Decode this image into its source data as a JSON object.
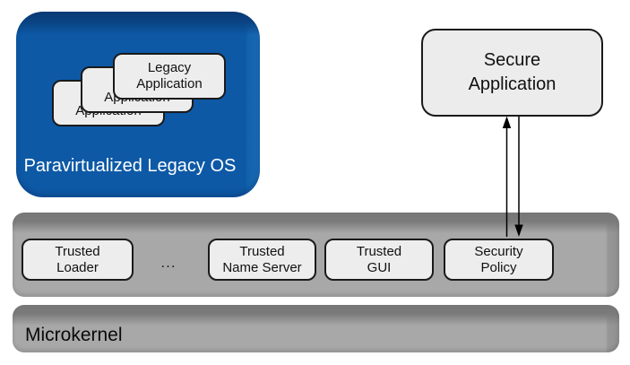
{
  "legacy_os": {
    "title": "Paravirtualized Legacy OS",
    "applications": [
      {
        "line1": "Legacy",
        "line2": "Application"
      },
      {
        "line1": "Legacy",
        "line2": "Application"
      },
      {
        "line1": "Legacy",
        "line2": "Application"
      }
    ]
  },
  "secure_application": {
    "line1": "Secure",
    "line2": "Application"
  },
  "services_bar": {
    "ellipsis": "...",
    "boxes": [
      {
        "line1": "Trusted",
        "line2": "Loader"
      },
      {
        "line1": "Trusted",
        "line2": "Name Server"
      },
      {
        "line1": "Trusted",
        "line2": "GUI"
      },
      {
        "line1": "Security",
        "line2": "Policy"
      }
    ]
  },
  "microkernel": {
    "title": "Microkernel"
  },
  "colors": {
    "legacy_os_fill": "#0d59a6",
    "legacy_os_bevel": "#093a74",
    "bar_fill": "#a8a8a8",
    "bar_bevel": "#7b7b7b",
    "node_fill": "#ededed",
    "node_border": "#1a1a1a",
    "arrow": "#000000"
  }
}
